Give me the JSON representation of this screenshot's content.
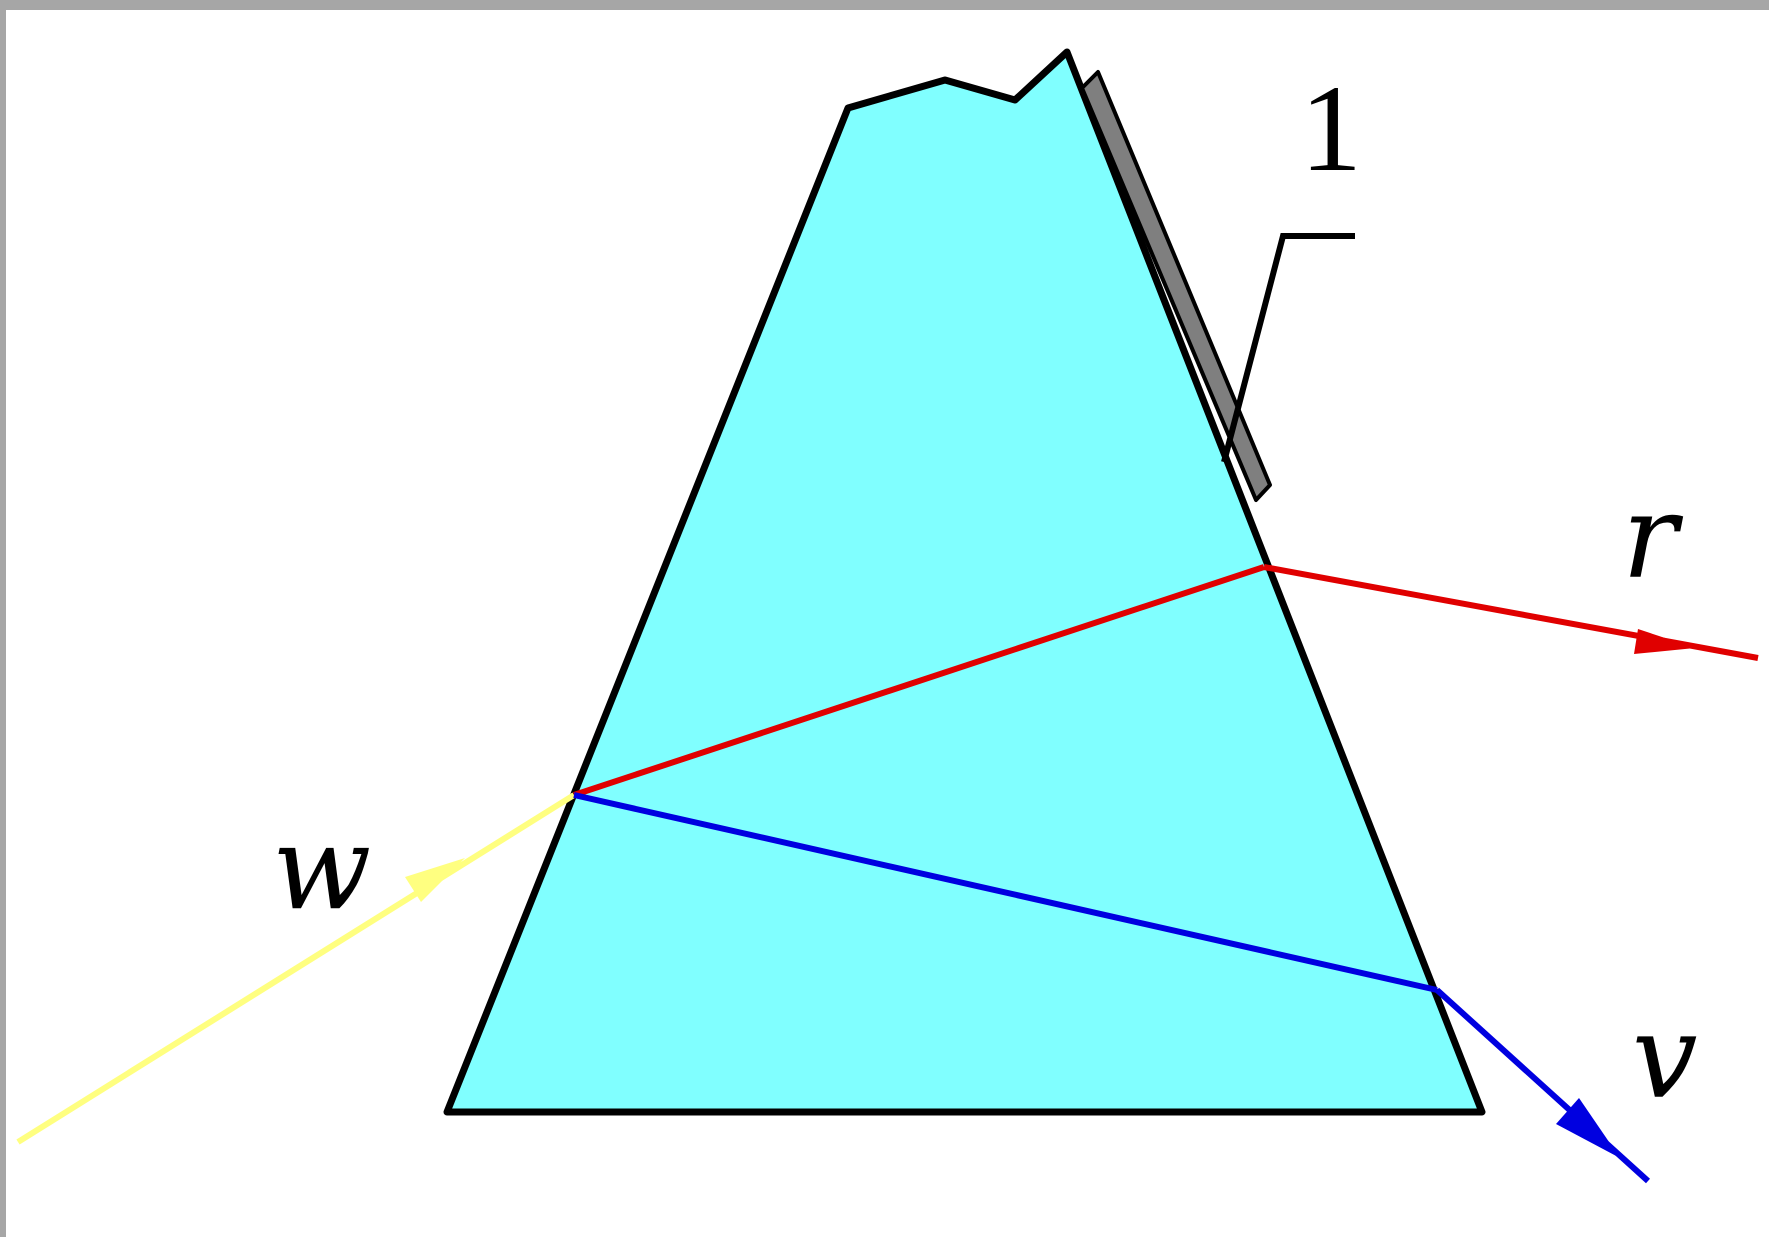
{
  "labels": {
    "incident": "w",
    "red_ray": "r",
    "violet_ray": "v",
    "coating": "1"
  },
  "colors": {
    "prism_fill": "#80ffff",
    "prism_outline": "#000000",
    "coating": "#7f7f7f",
    "incident_ray": "#ffff80",
    "red_ray": "#e00000",
    "violet_ray": "#0000e0",
    "background": "#ffffff",
    "frame": "#a6a6a6"
  }
}
